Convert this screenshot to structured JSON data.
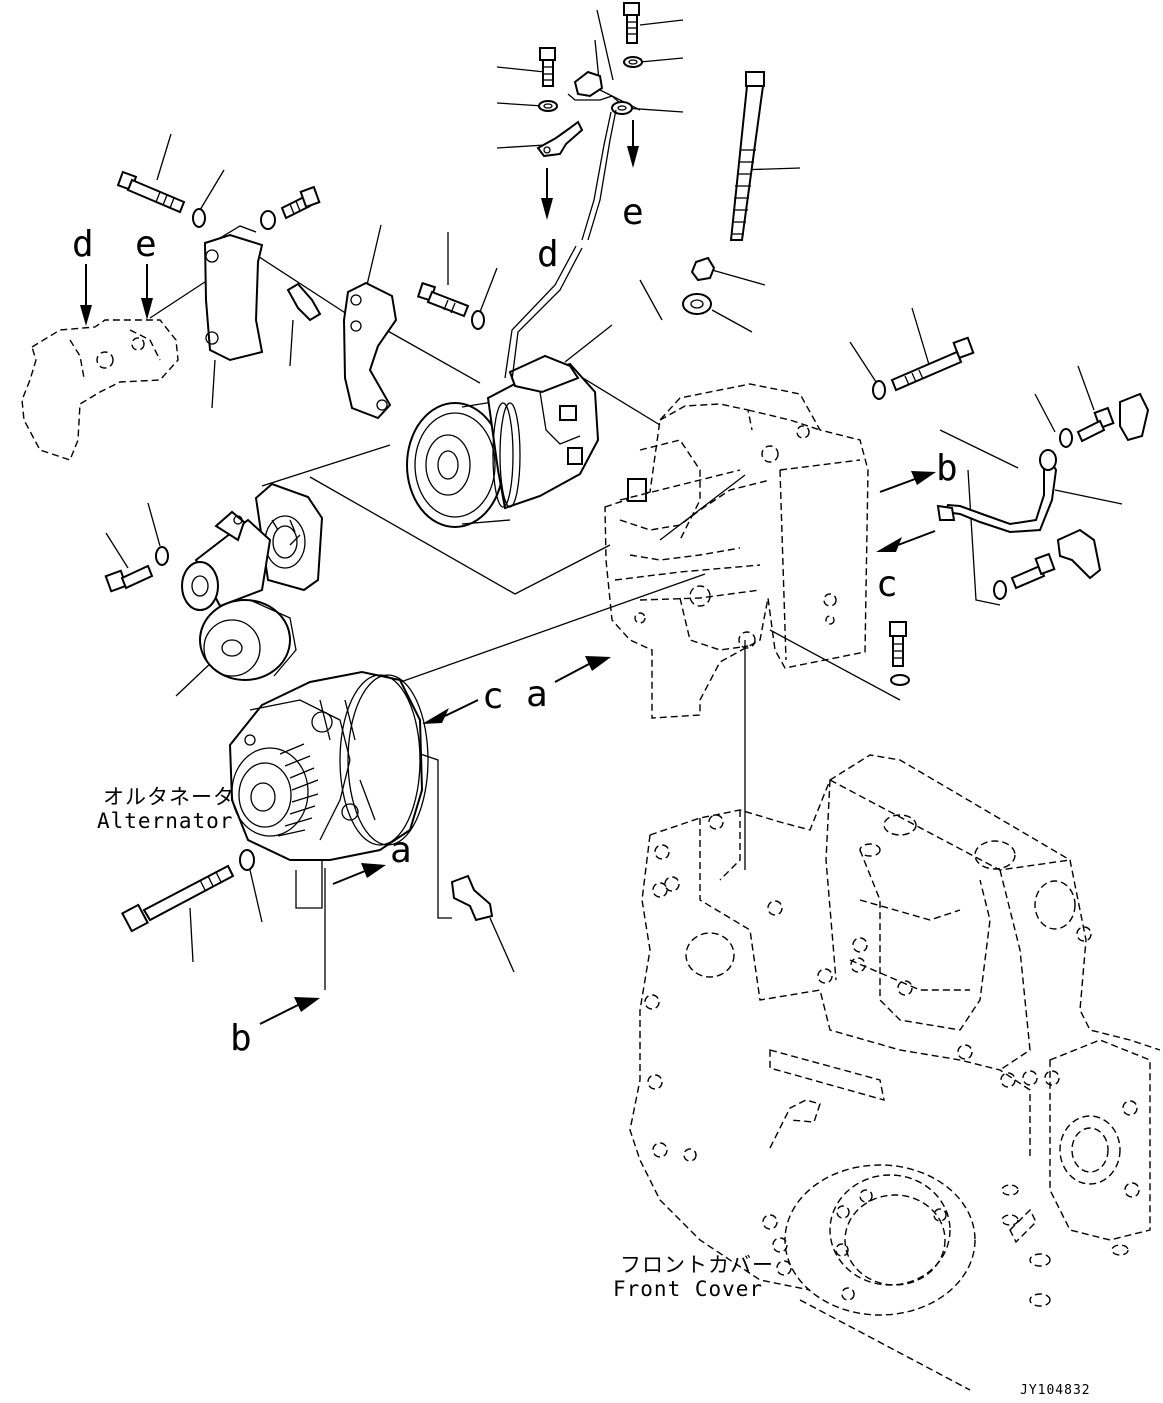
{
  "labels": {
    "alternator_jp": "オルタネータ",
    "alternator_en": "Alternator",
    "front_cover_jp": "フロントカバー",
    "front_cover_en": "Front Cover",
    "drawing_code": "JY104832"
  },
  "arrow_letters": {
    "d_left": "d",
    "e_left": "e",
    "d_top": "d",
    "e_top": "e",
    "b_right": "b",
    "c_right": "c",
    "c_center": "c",
    "a_center": "a",
    "a_lower": "a",
    "b_lower": "b"
  }
}
